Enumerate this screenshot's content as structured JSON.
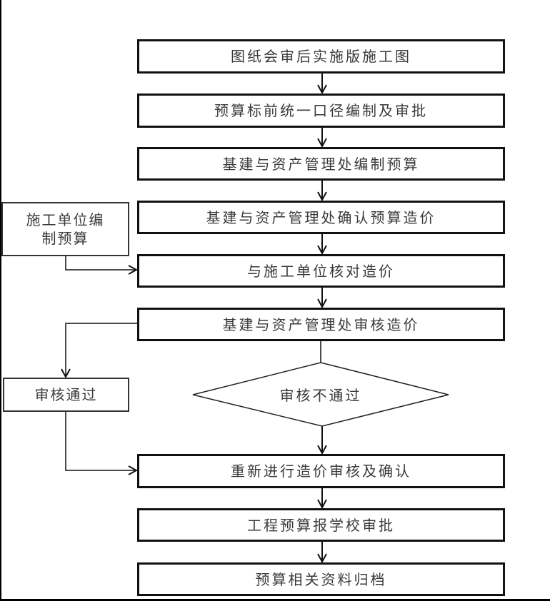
{
  "diagram": {
    "type": "flowchart",
    "main_steps": [
      {
        "id": "s1",
        "label": "图纸会审后实施版施工图"
      },
      {
        "id": "s2",
        "label": "预算标前统一口径编制及审批"
      },
      {
        "id": "s3",
        "label": "基建与资产管理处编制预算"
      },
      {
        "id": "s4",
        "label": "基建与资产管理处确认预算造价"
      },
      {
        "id": "s5",
        "label": "与施工单位核对造价"
      },
      {
        "id": "s6",
        "label": "基建与资产管理处审核造价"
      },
      {
        "id": "s7",
        "label": "重新进行造价审核及确认"
      },
      {
        "id": "s8",
        "label": "工程预算报学校审批"
      },
      {
        "id": "s9",
        "label": "预算相关资料归档"
      }
    ],
    "side_nodes": [
      {
        "id": "contractor",
        "label": "施工单位编制预算"
      },
      {
        "id": "approved",
        "label": "审核通过"
      }
    ],
    "decision": {
      "id": "rejected",
      "label": "审核不通过"
    },
    "edges": [
      {
        "from": "s1",
        "to": "s2"
      },
      {
        "from": "s2",
        "to": "s3"
      },
      {
        "from": "s3",
        "to": "s4"
      },
      {
        "from": "s4",
        "to": "s5"
      },
      {
        "from": "contractor",
        "to": "s5"
      },
      {
        "from": "s5",
        "to": "s6"
      },
      {
        "from": "s6",
        "to": "approved"
      },
      {
        "from": "s6",
        "to": "rejected"
      },
      {
        "from": "rejected",
        "to": "s7"
      },
      {
        "from": "approved",
        "to": "s7"
      },
      {
        "from": "s7",
        "to": "s8"
      },
      {
        "from": "s8",
        "to": "s9"
      }
    ]
  }
}
